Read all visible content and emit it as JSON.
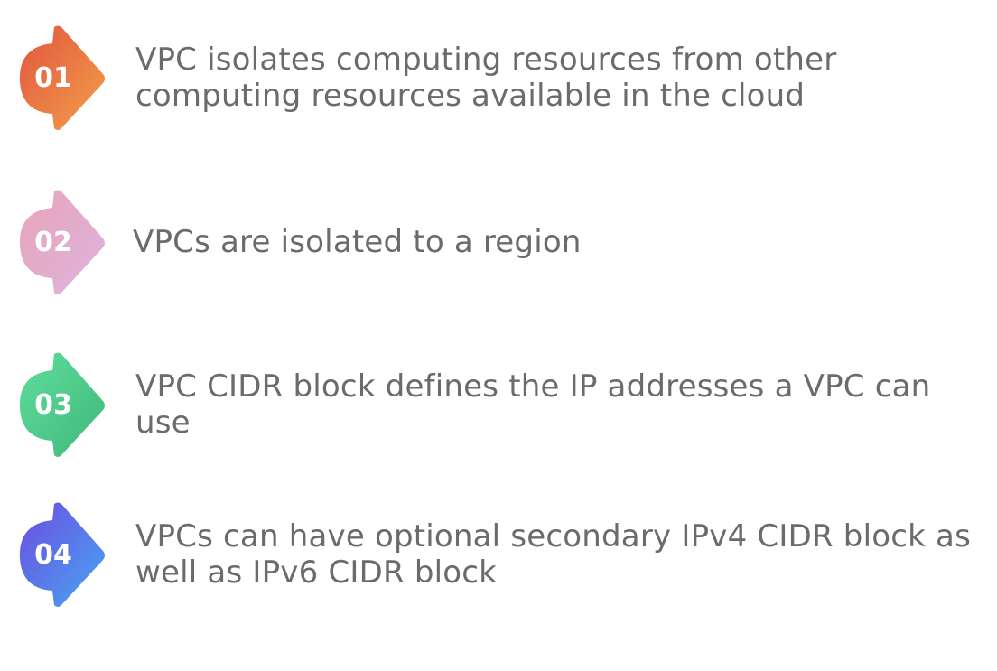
{
  "slide": {
    "items": [
      {
        "number": "01",
        "text": "VPC isolates computing resources from other computing resources available in the cloud",
        "color_start": "#e0553f",
        "color_end": "#f3a04a"
      },
      {
        "number": "02",
        "text": "VPCs are isolated to a region",
        "color_start": "#e9a4b8",
        "color_end": "#dcb4df"
      },
      {
        "number": "03",
        "text": "VPC CIDR block defines the IP addresses a VPC can use",
        "color_start": "#5fdc9c",
        "color_end": "#3fb97a"
      },
      {
        "number": "04",
        "text": "VPCs can have optional secondary IPv4 CIDR block as well as IPv6 CIDR block",
        "color_start": "#6b4de0",
        "color_end": "#49a6f2"
      }
    ],
    "text_color": "#6b6b6b"
  }
}
